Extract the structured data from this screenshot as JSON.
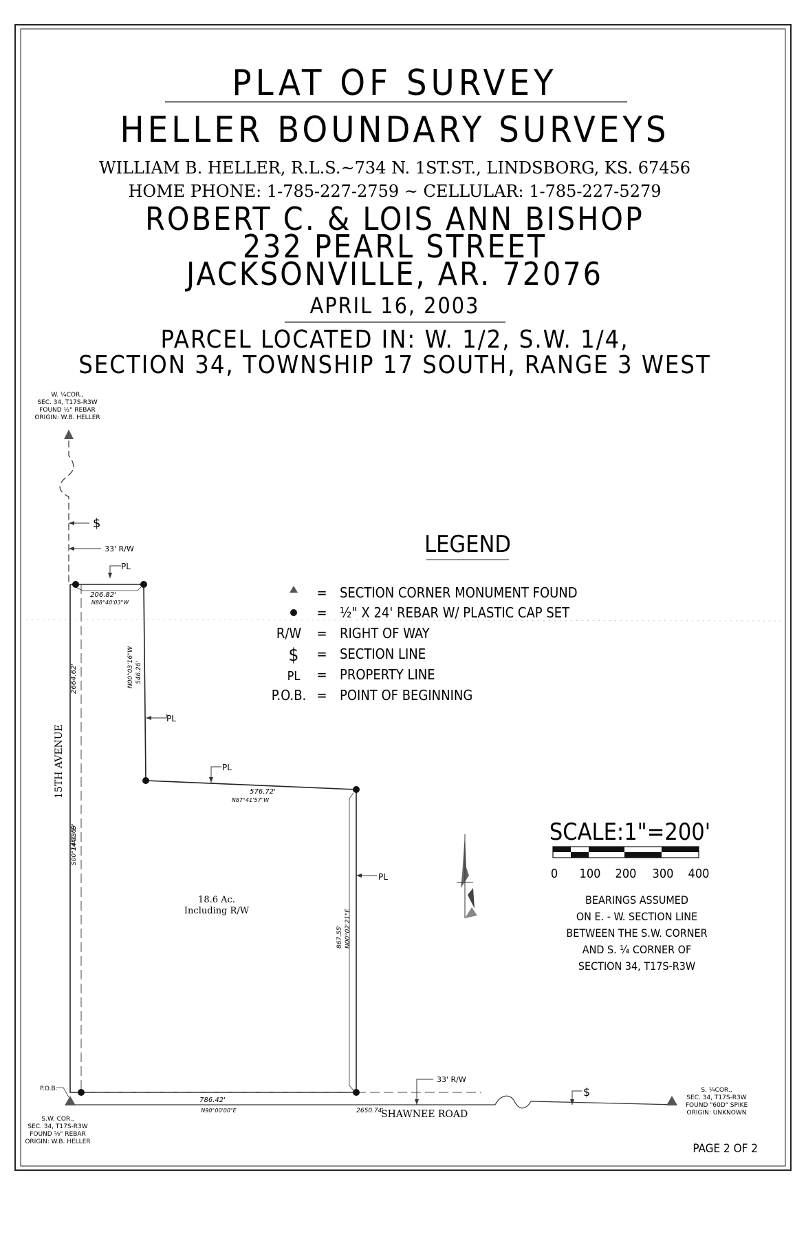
{
  "header": {
    "title": "PLAT OF SURVEY",
    "company": "HELLER BOUNDARY SURVEYS",
    "surveyor_line": "WILLIAM  B. HELLER, R.L.S.~734  N. 1ST.ST., LINDSBORG, KS. 67456",
    "phone_line": "HOME  PHONE: 1-785-227-2759  ~  CELLULAR: 1-785-227-5279",
    "client_name": "ROBERT  C. &  LOIS  ANN  BISHOP",
    "client_street": "232  PEARL  STREET",
    "client_city": "JACKSONVILLE, AR. 72076",
    "date": "APRIL  16, 2003",
    "parcel_line1": "PARCEL  LOCATED  IN:  W. 1/2, S.W. 1/4,",
    "parcel_line2": "SECTION  34, TOWNSHIP  17  SOUTH, RANGE  3  WEST"
  },
  "corners": {
    "nw": [
      "W. ¼COR.,",
      "SEC. 34, T17S-R3W",
      "FOUND ½\" REBAR",
      "ORIGIN: W.B. HELLER"
    ],
    "sw": [
      "S.W. COR.,",
      "SEC. 34, T17S-R3W",
      "FOUND ⅝\" REBAR",
      "ORIGIN: W.B. HELLER"
    ],
    "se": [
      "S. ¼COR.,",
      "SEC. 34, T17S-R3W",
      "FOUND \"60D\" SPIKE",
      "ORIGIN: UNKNOWN"
    ],
    "pob": "P.O.B."
  },
  "plat": {
    "section_line_symbol": "$",
    "property_line_symbol": "PL",
    "row_west": "33' R/W",
    "row_south": "33' R/W",
    "road_west": "15TH  AVENUE",
    "road_south": "SHAWNEE  ROAD",
    "north_dist": "206.82'",
    "north_bearing": "N88°40'03\"W",
    "west_inner_bearing": "N00°03'16\"W",
    "west_inner_dist": "546.26'",
    "mid_dist": "576.72'",
    "mid_bearing": "N87°41'57\"W",
    "east_dist": "867.55'",
    "east_bearing": "N00°02'21\"E",
    "south_dist": "786.42'",
    "south_bearing": "N90°00'00\"E",
    "south_total": "2650.74'",
    "west_section_dist": "2664.62'",
    "west_bearing": "S00°14'33\"E",
    "west_lower_dist": "1440.69'",
    "area_line1": "18.6  Ac.",
    "area_line2": "Including  R/W"
  },
  "legend": {
    "title": "LEGEND",
    "items": [
      {
        "symbol": "triangle",
        "eq": "=",
        "text": "SECTION  CORNER  MONUMENT  FOUND"
      },
      {
        "symbol": "dot",
        "eq": "=",
        "text": "½\"  X  24'  REBAR  W/  PLASTIC  CAP  SET"
      },
      {
        "symbol": "R/W",
        "eq": "=",
        "text": "RIGHT  OF  WAY"
      },
      {
        "symbol": "$",
        "eq": "=",
        "text": "SECTION  LINE"
      },
      {
        "symbol": "PL",
        "eq": "=",
        "text": "PROPERTY  LINE"
      },
      {
        "symbol": "P.O.B.",
        "eq": "=",
        "text": "POINT  OF  BEGINNING"
      }
    ]
  },
  "scale": {
    "label": "SCALE:1\"=200'",
    "ticks": [
      "0",
      "100",
      "200",
      "300",
      "400"
    ]
  },
  "bearings_note": [
    "BEARINGS  ASSUMED",
    "ON  E. - W. SECTION  LINE",
    "BETWEEN  THE  S.W. CORNER",
    "AND  S. ¼  CORNER  OF",
    "SECTION  34, T17S-R3W"
  ],
  "page_label": "PAGE  2  OF  2"
}
